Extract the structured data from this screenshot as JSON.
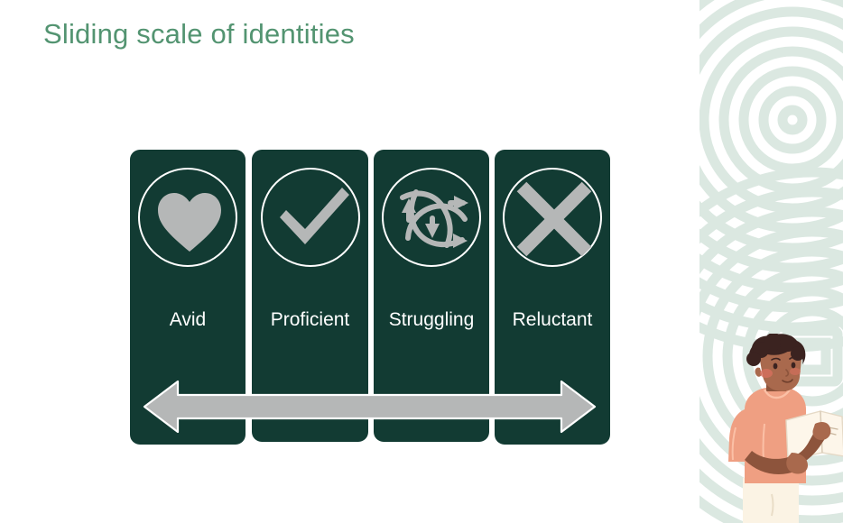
{
  "slide": {
    "title": "Sliding scale of identities",
    "background_color": "#ffffff"
  },
  "theme": {
    "title_green": "#539471",
    "card_dark_green": "#123b33",
    "icon_gray": "#b5b7b7",
    "ring_sage": "#dbe8e1",
    "card_text": "#ffffff",
    "skin": "#a9694d",
    "skin_shadow": "#8d543c",
    "hair": "#3b2320",
    "shirt": "#ef9f82",
    "shirt_shadow": "#dd8e72",
    "pants": "#fbf3e4",
    "book": "#fdf6ea",
    "cheek": "#d9705f"
  },
  "diagram": {
    "name": "sliding-scale-of-identities",
    "cards": [
      {
        "label": "Avid",
        "icon": "heart-icon"
      },
      {
        "label": "Proficient",
        "icon": "check-icon"
      },
      {
        "label": "Struggling",
        "icon": "tangled-arrows-icon"
      },
      {
        "label": "Reluctant",
        "icon": "cross-icon"
      }
    ],
    "arrow": {
      "name": "double-headed-arrow",
      "direction": "bidirectional",
      "color": "#b5b7b7",
      "outline_color": "#ffffff"
    }
  },
  "decoration": {
    "panel_name": "decorative-side-panel",
    "rings_name": "concentric-rings-pattern",
    "illustration_name": "person-reading-book-illustration",
    "illustration_alt": "Person reading an open book"
  }
}
